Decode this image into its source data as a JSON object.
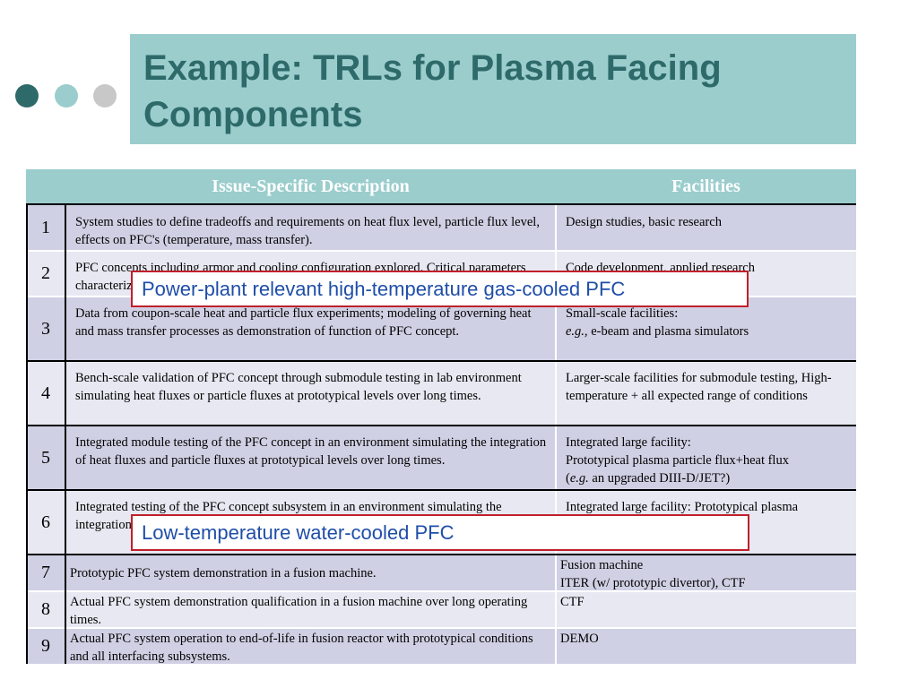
{
  "slide": {
    "title": "Example:  TRLs for Plasma Facing Components",
    "accent_colors": [
      "#2e6a6a",
      "#9bcdcd",
      "#c8c8c8"
    ]
  },
  "table": {
    "headers": {
      "num": "",
      "description": "Issue-Specific Description",
      "facilities": "Facilities"
    },
    "rows": [
      {
        "num": "1",
        "description": "System studies to define tradeoffs and requirements on heat flux level, particle flux level, effects on PFC's (temperature, mass transfer).",
        "facilities": "Design studies, basic research"
      },
      {
        "num": "2",
        "description": "PFC concepts including armor and cooling configuration explored. Critical parameters characterized.",
        "facilities": "Code development, applied research"
      },
      {
        "num": "3",
        "description": "Data from coupon-scale heat and particle flux experiments; modeling of governing heat and mass transfer processes as demonstration of function of PFC concept.",
        "facilities_title": "Small-scale facilities:",
        "facilities_eg": "e.g.,",
        "facilities_rest": " e-beam and plasma simulators"
      },
      {
        "num": "4",
        "description": "Bench-scale validation of PFC concept through submodule testing in lab environment simulating heat fluxes or particle fluxes at prototypical levels over long times.",
        "facilities": "Larger-scale facilities for submodule testing, High-temperature + all expected range of conditions"
      },
      {
        "num": "5",
        "description": "Integrated module testing of the PFC concept in an environment simulating the integration of heat fluxes and particle fluxes at prototypical levels over long times.",
        "facilities_line1": "Integrated large facility:",
        "facilities_line2": "Prototypical plasma particle flux+heat flux",
        "facilities_eg_open": "(",
        "facilities_eg": "e.g.",
        "facilities_eg_rest": " an upgraded DIII-D/JET?)"
      },
      {
        "num": "6",
        "description": "Integrated testing of the PFC concept subsystem in an environment simulating the integration of heat fluxes and particle fluxes at prototypical levels over long times.",
        "facilities": "Integrated large facility: Prototypical plasma"
      },
      {
        "num": "7",
        "description": "Prototypic PFC system demonstration in a fusion machine.",
        "facilities_line1": "Fusion machine",
        "facilities_line2": "ITER (w/ prototypic divertor), CTF"
      },
      {
        "num": "8",
        "description": "Actual PFC system demonstration qualification in a fusion machine over long operating times.",
        "facilities": "CTF"
      },
      {
        "num": "9",
        "description": "Actual PFC system operation to end-of-life in fusion reactor with prototypical conditions and all interfacing subsystems.",
        "facilities": "DEMO"
      }
    ]
  },
  "callouts": {
    "gas_cooled": "Power-plant relevant high-temperature gas-cooled PFC",
    "water_cooled": "Low-temperature water-cooled PFC"
  }
}
